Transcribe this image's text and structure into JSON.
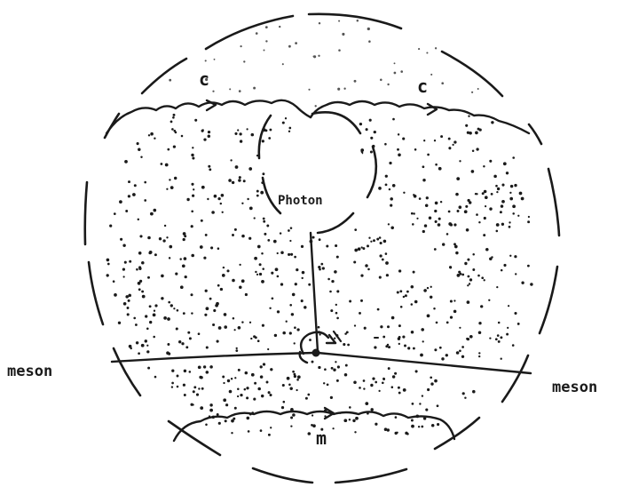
{
  "labels": {
    "top_left": "c",
    "top_right": "c",
    "center": "Photon",
    "left": "meson",
    "right": "meson",
    "bottom": "m"
  },
  "colors": {
    "ink": "#1a1a1a",
    "paper": "#ffffff"
  }
}
